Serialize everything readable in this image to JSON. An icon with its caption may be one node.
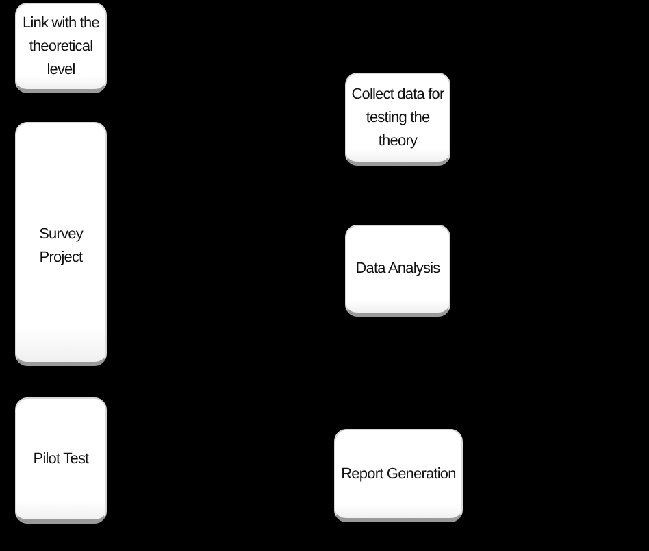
{
  "diagram": {
    "nodes": [
      {
        "text": [
          "Link with the theoretical level"
        ]
      },
      {
        "text": [
          "Survey Project"
        ]
      },
      {
        "text": [
          "Pilot Test"
        ]
      },
      {
        "text": [
          "Collect data for testing the theory"
        ]
      },
      {
        "text": [
          "Data Analysis"
        ]
      },
      {
        "text": [
          "Report Generation"
        ]
      }
    ]
  }
}
